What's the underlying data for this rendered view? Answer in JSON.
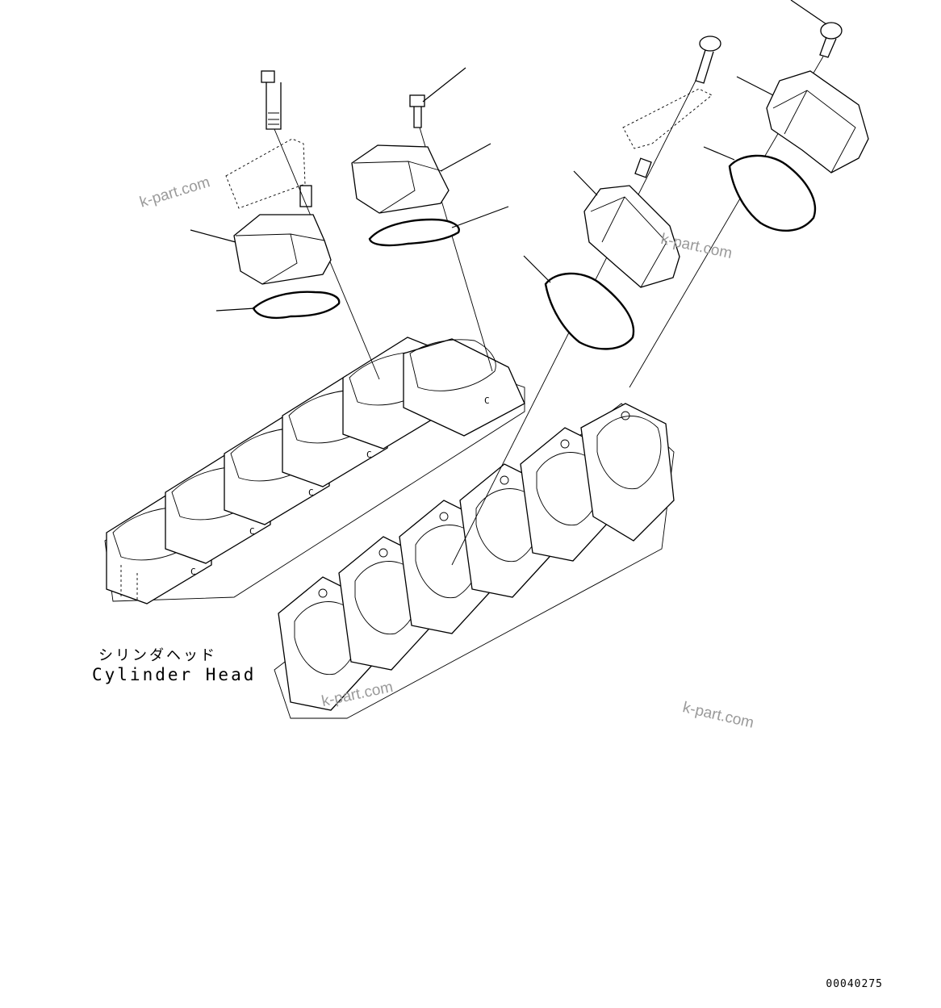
{
  "labels": {
    "japanese": "シリンダヘッド",
    "english": "Cylinder Head"
  },
  "drawing_number": "00040275",
  "watermarks": [
    "k-part.com",
    "k-part.com",
    "k-part.com",
    "k-part.com"
  ],
  "icons": [
    "bolt-icon",
    "cylinder-head-cover-icon",
    "gasket-icon",
    "cylinder-head-icon"
  ]
}
